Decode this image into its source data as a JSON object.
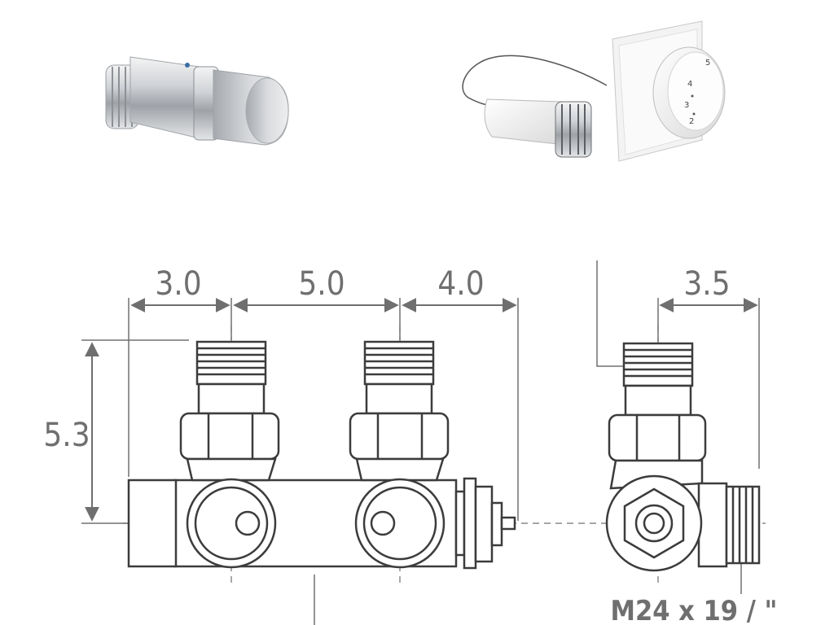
{
  "products": {
    "thermostatic_head_chrome": "thermostatic-head",
    "thermostatic_head_remote": "remote-sensor-thermostat"
  },
  "dimensions": {
    "d1": "3.0",
    "d2": "5.0",
    "d3": "4.0",
    "d4": "3.5",
    "height": "5.3"
  },
  "thread_label": "M24 x 19 / \""
}
